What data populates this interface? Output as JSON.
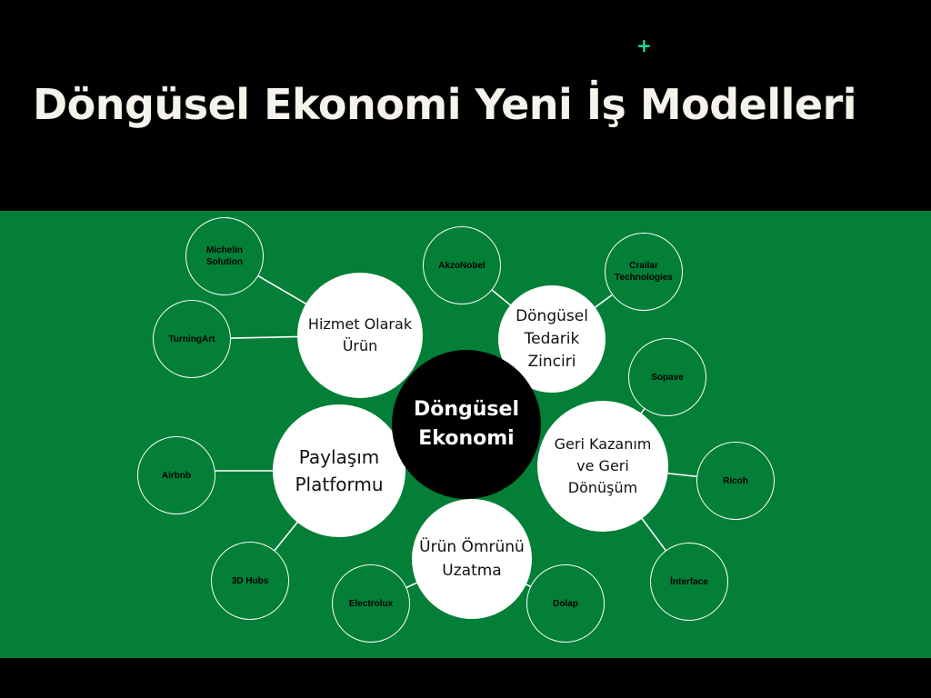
{
  "title": "Döngüsel Ekonomi Yeni İş Modelleri",
  "colors": {
    "background": "#000000",
    "panel": "#037F37",
    "title": "#F5F3EC",
    "accent_plus": "#19E39A",
    "main_node": "#FFFFFF",
    "center_node": "#000000",
    "line": "#FFFFFF"
  },
  "diagram": {
    "center": {
      "label": "Döngüsel Ekonomi"
    },
    "models": [
      {
        "label": "Hizmet Olarak Ürün",
        "examples": [
          "Michelin Solution",
          "TurningArt"
        ]
      },
      {
        "label": "Döngüsel Tedarik Zinciri",
        "examples": [
          "AkzoNobel",
          "Crailar Technologies"
        ]
      },
      {
        "label": "Geri Kazanım ve Geri Dönüşüm",
        "examples": [
          "Sopave",
          "Ricoh",
          "İnterface"
        ]
      },
      {
        "label": "Ürün Ömrünü Uzatma",
        "examples": [
          "Electrolux",
          "Dolap"
        ]
      },
      {
        "label": "Paylaşım Platformu",
        "examples": [
          "Airbnb",
          "3D Hubs"
        ]
      }
    ]
  }
}
